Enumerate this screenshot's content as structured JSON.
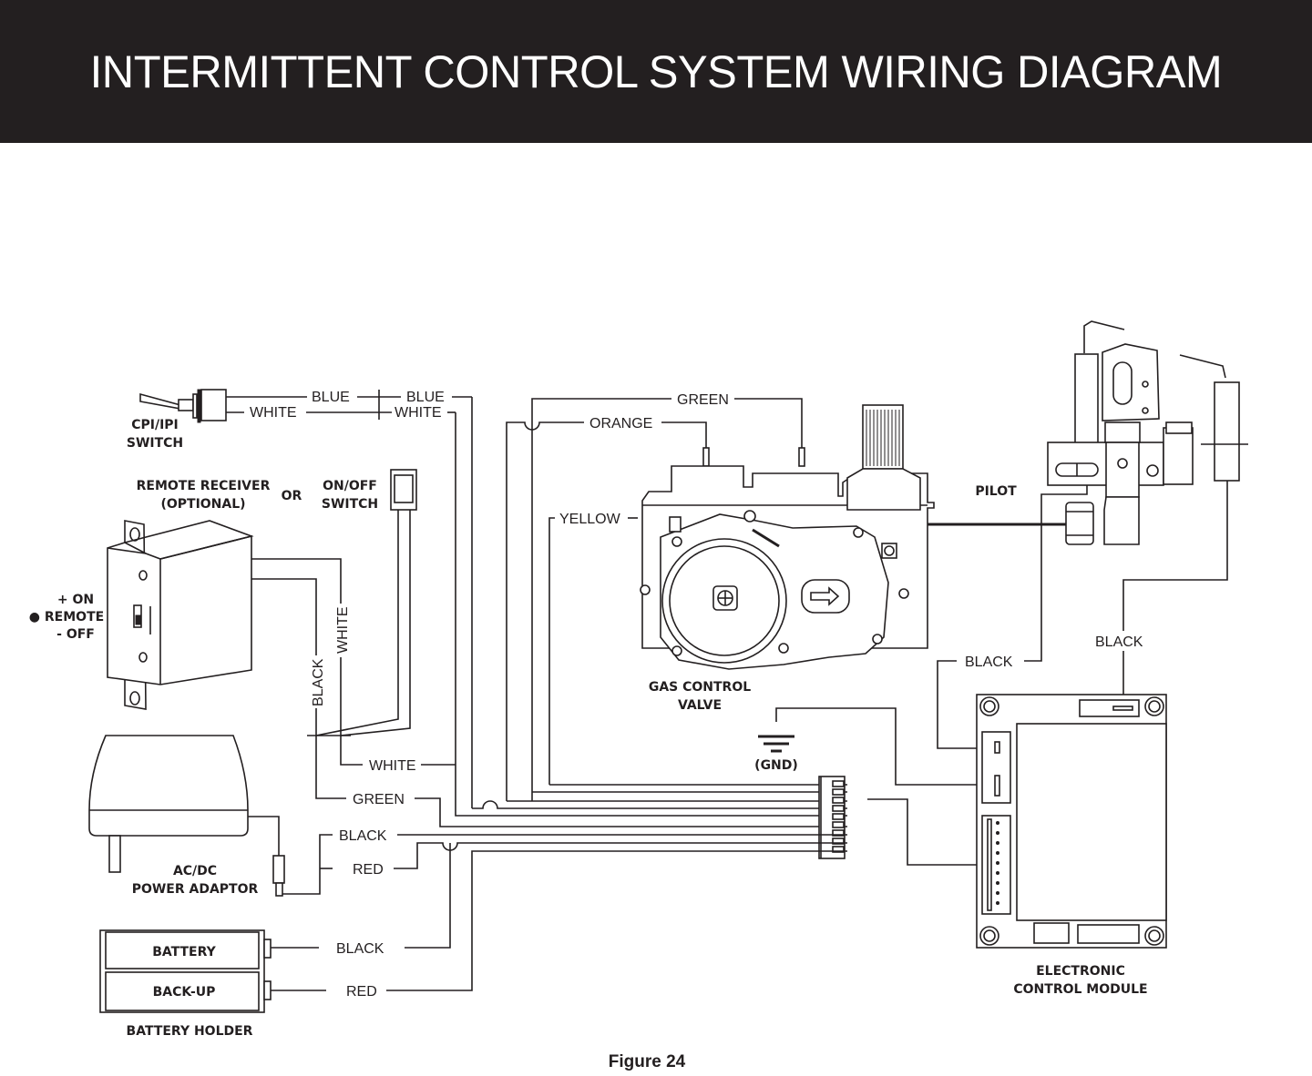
{
  "header": {
    "title": "INTERMITTENT CONTROL SYSTEM WIRING DIAGRAM",
    "background_color": "#231f20",
    "text_color": "#ffffff"
  },
  "components": {
    "cpi_switch": {
      "line1": "CPI/IPI",
      "line2": "SWITCH"
    },
    "remote_receiver": {
      "line1": "REMOTE RECEIVER",
      "line2": "(OPTIONAL)"
    },
    "or_label": "OR",
    "onoff_switch": {
      "line1": "ON/OFF",
      "line2": "SWITCH"
    },
    "remote_positions": {
      "on": "+ ON",
      "remote": "● REMOTE",
      "off": "- OFF"
    },
    "gas_valve": {
      "line1": "GAS CONTROL",
      "line2": "VALVE"
    },
    "pilot": "PILOT",
    "ground": "(GND)",
    "power_adaptor": {
      "line1": "AC/DC",
      "line2": "POWER ADAPTOR"
    },
    "battery_holder": {
      "slot1": "BATTERY",
      "slot2": "BACK-UP",
      "caption": "BATTERY HOLDER"
    },
    "control_module": {
      "line1": "ELECTRONIC",
      "line2": "CONTROL MODULE"
    }
  },
  "wires": {
    "cpi_blue_left": "BLUE",
    "cpi_blue_right": "BLUE",
    "cpi_white_left": "WHITE",
    "cpi_white_right": "WHITE",
    "valve_green": "GREEN",
    "valve_orange": "ORANGE",
    "valve_yellow": "YELLOW",
    "remote_white": "WHITE",
    "remote_black": "BLACK",
    "harness_white": "WHITE",
    "harness_green": "GREEN",
    "adaptor_black": "BLACK",
    "adaptor_red": "RED",
    "battery_black": "BLACK",
    "battery_red": "RED",
    "pilot_black": "BLACK",
    "module_black": "BLACK"
  },
  "figure_caption": "Figure 24"
}
